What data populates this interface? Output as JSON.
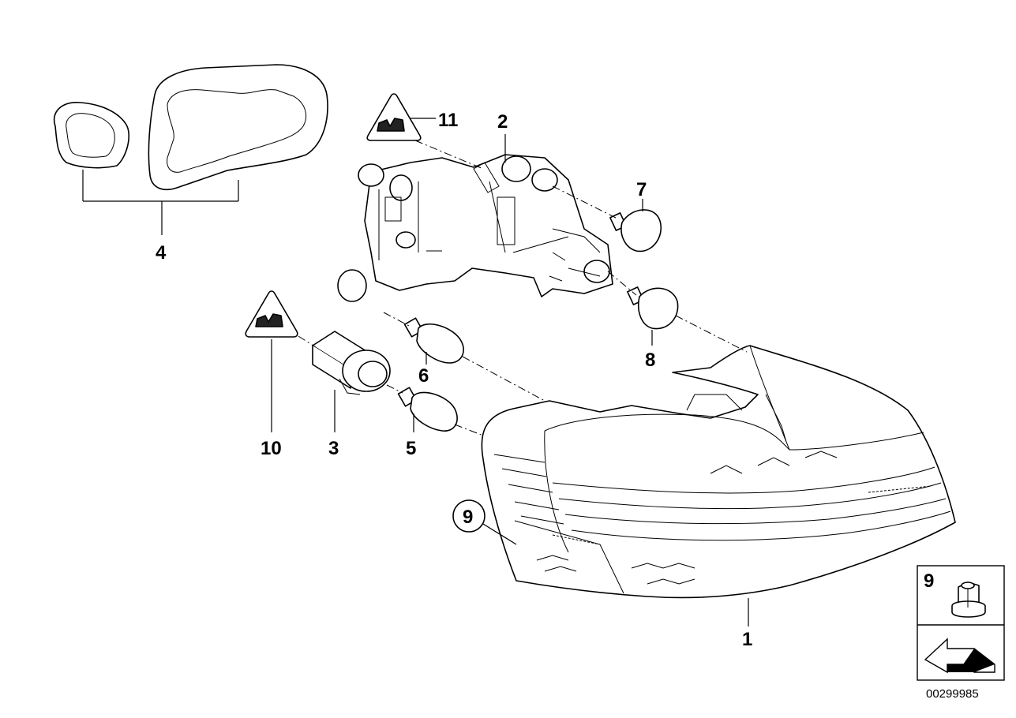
{
  "diagram": {
    "labels": {
      "p1": "1",
      "p2": "2",
      "p3": "3",
      "p4": "4",
      "p5": "5",
      "p6": "6",
      "p7": "7",
      "p8": "8",
      "p9": "9",
      "p10": "10",
      "p11": "11"
    },
    "legend": {
      "item_number": "9"
    },
    "document_number": "00299985"
  }
}
